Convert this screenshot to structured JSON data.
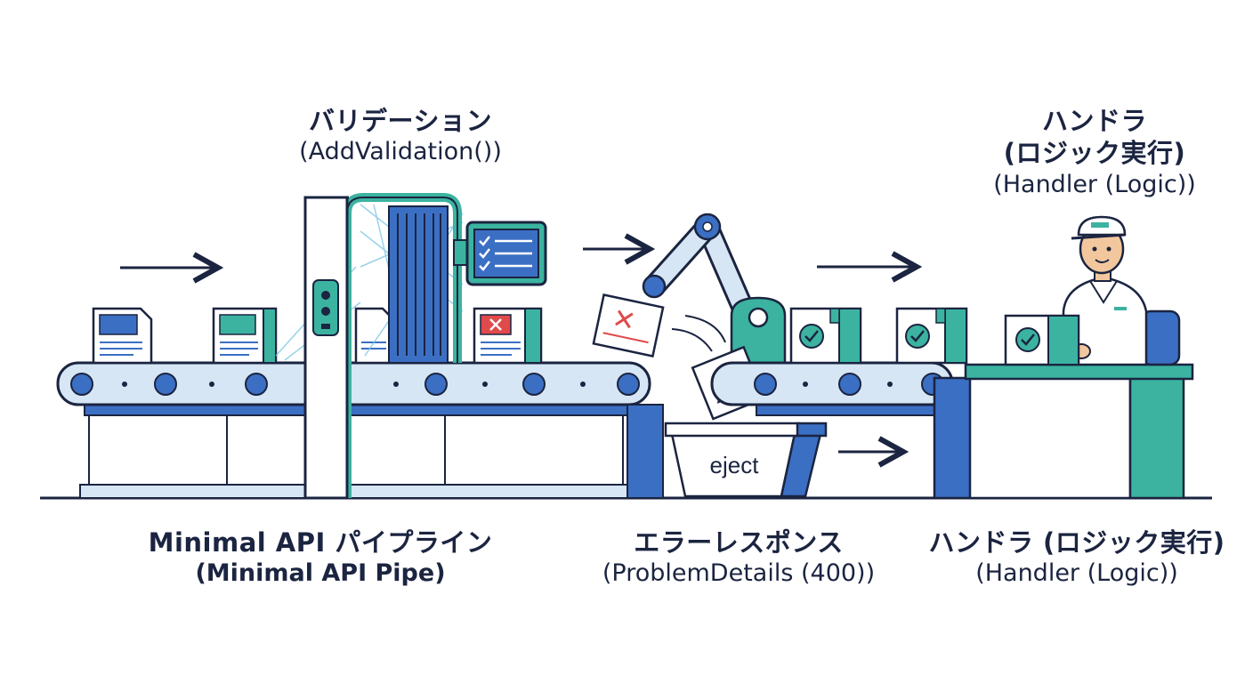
{
  "labels": {
    "validation": {
      "title": "バリデーション",
      "subtitle": "(AddValidation())"
    },
    "handler_top": {
      "title_line1": "ハンドラ",
      "title_line2": "(ロジック実行)",
      "subtitle": "(Handler (Logic))"
    },
    "pipeline": {
      "title": "Minimal API パイプライン",
      "subtitle": "(Minimal API Pipe)"
    },
    "error_response": {
      "title": "エラーレスポンス",
      "subtitle": "(ProblemDetails (400))"
    },
    "handler_bottom": {
      "title": "ハンドラ (ロジック実行)",
      "subtitle": "(Handler (Logic))"
    },
    "bin": {
      "text": "eject"
    }
  },
  "colors": {
    "ink": "#1b2440",
    "blue": "#3b6fc4",
    "light_blue": "#d6e6f5",
    "teal": "#3bb3a0",
    "red": "#e04a4a",
    "gray": "#f2f4f8"
  },
  "icons": [
    "arrow-right-icon",
    "document-icon",
    "checkmark-icon",
    "x-mark-icon",
    "warning-icon",
    "robot-arm-icon",
    "scanner-gate-icon",
    "monitor-checklist-icon",
    "worker-icon",
    "conveyor-belt-icon",
    "reject-bin-icon"
  ]
}
